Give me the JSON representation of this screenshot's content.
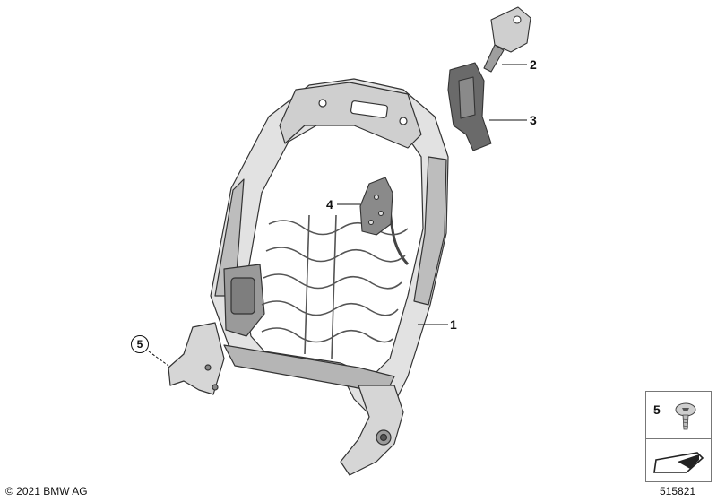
{
  "callouts": [
    {
      "id": "1",
      "label": "1"
    },
    {
      "id": "2",
      "label": "2"
    },
    {
      "id": "3",
      "label": "3"
    },
    {
      "id": "4",
      "label": "4"
    },
    {
      "id": "5",
      "label": "5"
    }
  ],
  "inset": {
    "part_number": "5"
  },
  "footer": {
    "copyright": "© 2021 BMW AG",
    "diagram_id": "515821"
  },
  "colors": {
    "metal_light": "#e4e4e4",
    "metal_mid": "#c8c8c8",
    "metal_dark": "#8e8e8e",
    "outline": "#333333",
    "wire": "#555555",
    "bracket_dark": "#6a6a6a"
  },
  "icons": [
    "seat-frame-drawing",
    "headrest-guide-drawing",
    "headrest-bracket-drawing",
    "lumbar-bracket-drawing",
    "screw-icon",
    "arrow-logo-icon"
  ]
}
